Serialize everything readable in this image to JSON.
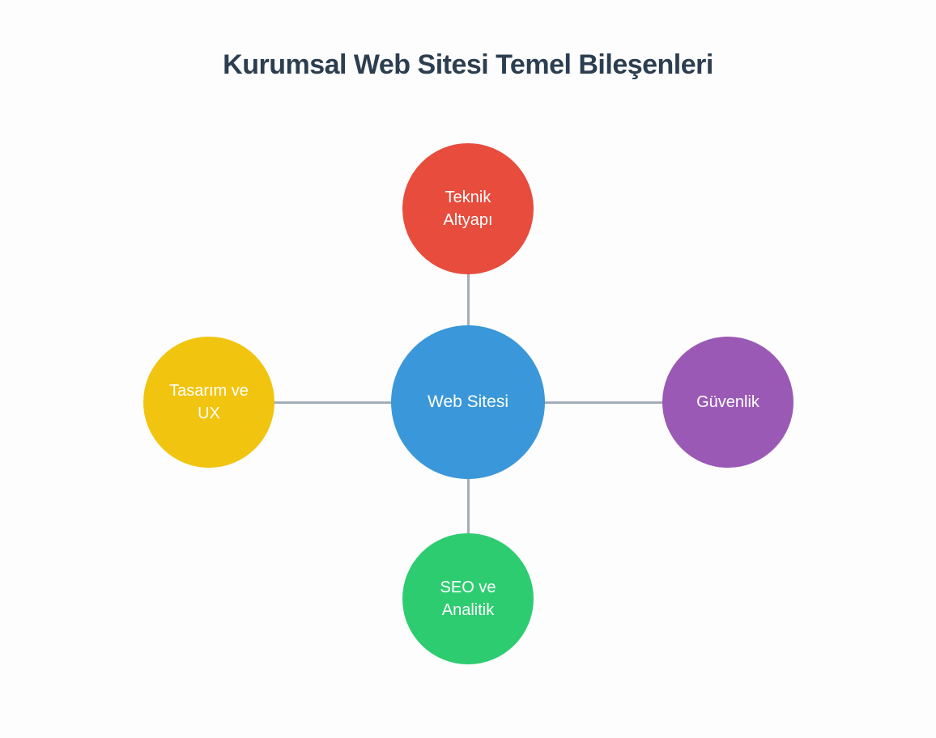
{
  "title": "Kurumsal Web Sitesi Temel Bileşenleri",
  "colors": {
    "background": "#fdfdfd",
    "title_text": "#2c3e50",
    "node_text": "#ffffff",
    "connector": "#a4aeb8"
  },
  "diagram": {
    "center": {
      "label": "Web Sitesi",
      "color": "#3a97d9"
    },
    "nodes": [
      {
        "label": "Teknik\nAltyapı",
        "color": "#e74c3c",
        "position": "top"
      },
      {
        "label": "Tasarım ve\nUX",
        "color": "#f1c40f",
        "position": "left"
      },
      {
        "label": "Güvenlik",
        "color": "#9b59b6",
        "position": "right"
      },
      {
        "label": "SEO ve\nAnalitik",
        "color": "#2ecc71",
        "position": "bottom"
      }
    ]
  }
}
